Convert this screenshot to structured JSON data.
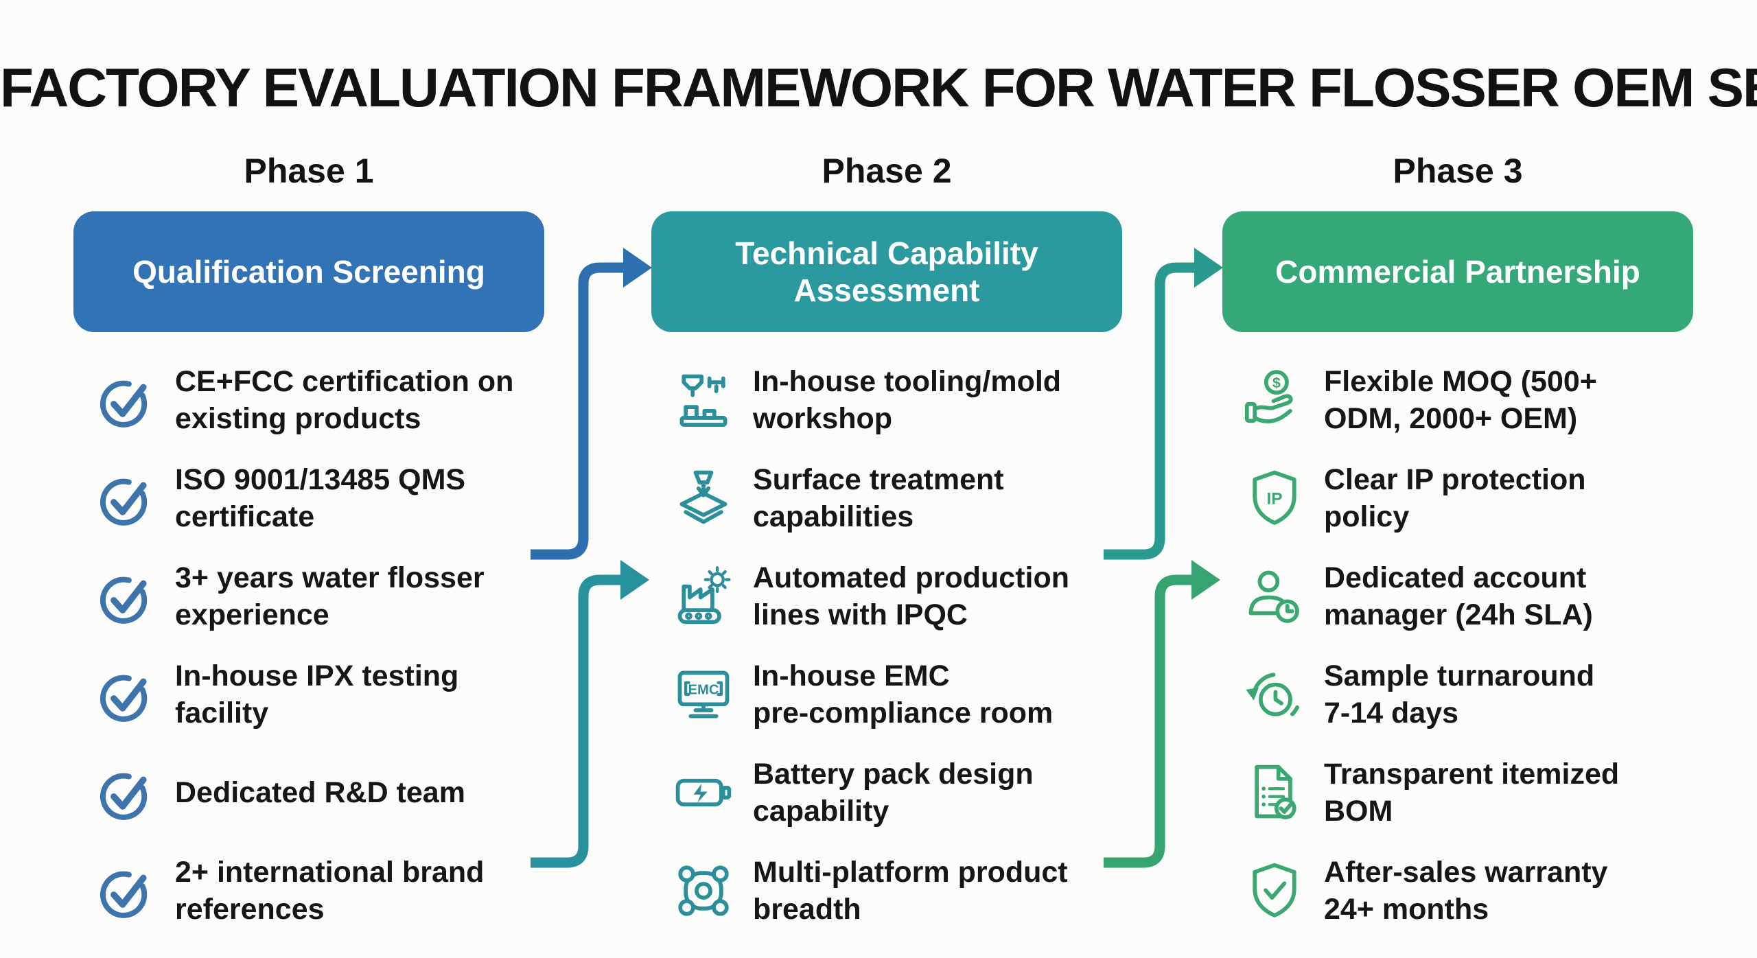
{
  "title": "FACTORY EVALUATION FRAMEWORK FOR WATER FLOSSER OEM SELECTION",
  "columns": [
    {
      "phase_label": "Phase 1",
      "header": "Qualification Screening",
      "accent": "#3273b5",
      "icon_color": "#3d74ac",
      "items": [
        {
          "icon": "check-circle-icon",
          "lines": [
            "CE+FCC certification on",
            "existing products"
          ]
        },
        {
          "icon": "check-circle-icon",
          "lines": [
            "ISO 9001/13485 QMS",
            "certificate"
          ]
        },
        {
          "icon": "check-circle-icon",
          "lines": [
            "3+ years water flosser",
            "experience"
          ]
        },
        {
          "icon": "check-circle-icon",
          "lines": [
            "In-house IPX testing",
            "facility"
          ]
        },
        {
          "icon": "check-circle-icon",
          "lines": [
            "Dedicated R&D team",
            ""
          ]
        },
        {
          "icon": "check-circle-icon",
          "lines": [
            "2+ international brand",
            "references"
          ]
        }
      ]
    },
    {
      "phase_label": "Phase 2",
      "header": "Technical Capability Assessment",
      "accent": "#2b9aa0",
      "icon_color": "#2b8f9b",
      "items": [
        {
          "icon": "tooling-machine-icon",
          "lines": [
            "In-house tooling/mold",
            "workshop"
          ]
        },
        {
          "icon": "surface-treatment-icon",
          "lines": [
            "Surface treatment",
            "capabilities"
          ]
        },
        {
          "icon": "factory-gear-icon",
          "lines": [
            "Automated production",
            "lines with IPQC"
          ]
        },
        {
          "icon": "emc-monitor-icon",
          "lines": [
            "In-house EMC",
            "pre-compliance room"
          ]
        },
        {
          "icon": "battery-bolt-icon",
          "lines": [
            "Battery pack design",
            "capability"
          ]
        },
        {
          "icon": "network-nodes-icon",
          "lines": [
            "Multi-platform product",
            "breadth"
          ]
        }
      ]
    },
    {
      "phase_label": "Phase 3",
      "header": "Commercial Partnership",
      "accent": "#35a878",
      "icon_color": "#3ba773",
      "items": [
        {
          "icon": "coin-hand-icon",
          "lines": [
            "Flexible MOQ (500+",
            "ODM, 2000+ OEM)"
          ]
        },
        {
          "icon": "shield-ip-icon",
          "lines": [
            "Clear IP protection",
            "policy"
          ]
        },
        {
          "icon": "person-clock-icon",
          "lines": [
            "Dedicated account",
            "manager (24h SLA)"
          ]
        },
        {
          "icon": "clock-refresh-icon",
          "lines": [
            "Sample turnaround",
            "7-14 days"
          ]
        },
        {
          "icon": "document-check-icon",
          "lines": [
            "Transparent itemized",
            "BOM"
          ]
        },
        {
          "icon": "shield-check-icon",
          "lines": [
            "After-sales warranty",
            "24+ months"
          ]
        }
      ]
    }
  ],
  "connectors": {
    "p1_top": {
      "color": "#2e6fb0"
    },
    "p1_bottom": {
      "color": "#27919d"
    },
    "p2_top": {
      "color": "#2a9a90"
    },
    "p2_bottom": {
      "color": "#35a471"
    }
  }
}
